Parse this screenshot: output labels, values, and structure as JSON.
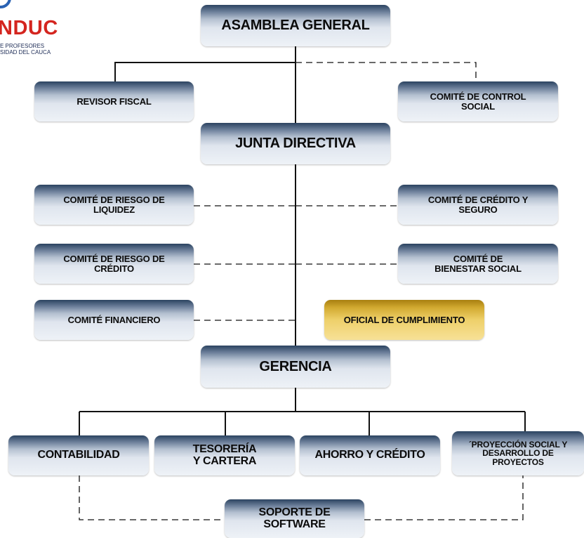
{
  "logo": {
    "name": "NDUC",
    "line1": "E PROFESORES",
    "line2": "SIDAD DEL CAUCA",
    "ring_color": "#2a62b3",
    "text_color": "#d4251f"
  },
  "nodes": {
    "asamblea": "ASAMBLEA GENERAL",
    "revisor": "REVISOR FISCAL",
    "control_social": "COMITÉ DE CONTROL\nSOCIAL",
    "junta": "JUNTA DIRECTIVA",
    "riesgo_liquidez": "COMITÉ DE RIESGO DE\nLIQUIDEZ",
    "credito_seguro": "COMITÉ DE CRÉDITO Y\nSEGURO",
    "riesgo_credito": "COMITÉ DE RIESGO DE\nCRÉDITO",
    "bienestar": "COMITÉ DE\nBIENESTAR SOCIAL",
    "financiero": "COMITÉ FINANCIERO",
    "oficial": "OFICIAL DE CUMPLIMIENTO",
    "gerencia": "GERENCIA",
    "contabilidad": "CONTABILIDAD",
    "tesoreria": "TESORERÍA\nY CARTERA",
    "ahorro": "AHORRO Y CRÉDITO",
    "proyeccion": "´PROYECCIÓN SOCIAL Y\nDESARROLLO DE\nPROYECTOS",
    "soporte": "SOPORTE DE\nSOFTWARE"
  },
  "colors": {
    "box_gradient_top": "#2b4360",
    "box_gradient_bottom": "#eef2f7",
    "highlight_box": "#eed06a",
    "connector": "#111111"
  }
}
